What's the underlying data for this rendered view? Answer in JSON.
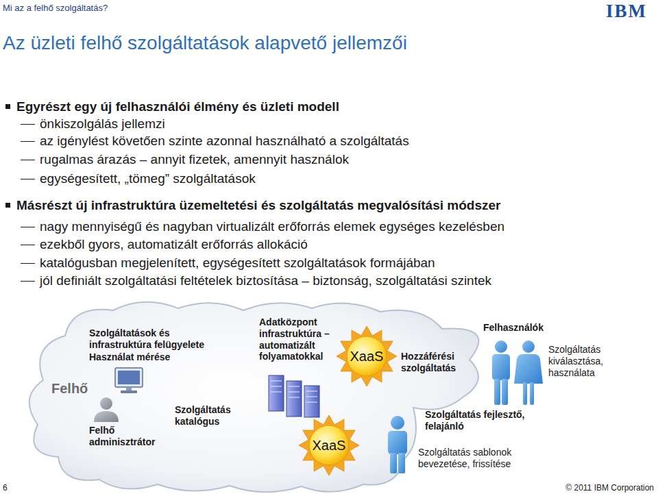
{
  "diagram": {
    "title": "Az üzleti felhő szolgáltatások alapvető jellemzői",
    "nodes": [
      {
        "text": [
          "Felhő"
        ]
      },
      {
        "text": [
          "XaaS"
        ],
        "in": 0
      },
      {
        "text": [
          "XaaS"
        ],
        "in": 0
      }
    ],
    "labels": [
      "Mi az a felhő szolgáltatás?",
      "IBM",
      "Egyrészt egy új felhasználói élmény és üzleti modell",
      "önkiszolgálás jellemzi",
      "az igénylést követően szinte azonnal használható a szolgáltatás",
      "rugalmas árazás – annyit fizetek, amennyit használok",
      "egységesített, „tömeg” szolgáltatások",
      "Másrészt új infrastruktúra üzemeltetési és szolgáltatás megvalósítási módszer",
      "nagy mennyiségű és nagyban virtualizált erőforrás elemek egységes kezelésben",
      "ezekből gyors, automatizált erőforrás allokáció",
      "katalógusban megjelenített, egységesített szolgáltatások formájában",
      "jól definiált szolgáltatási feltételek biztosítása – biztonság, szolgáltatási szintek",
      "Szolgáltatások és infrastruktúra felügyelete",
      "Használat mérése",
      "Felhő adminisztrátor",
      "Szolgáltatás katalógus",
      "Adatközpont infrastruktúra – automatizált folyamatokkal",
      "Hozzáférési szolgáltatás",
      "Felhasználók",
      "Szolgáltatás kiválasztása, használata",
      "Szolgáltatás fejlesztő, felajánló",
      "Szolgáltatás sablonok bevezetése, frissítése",
      "6",
      "© 2011 IBM Corporation"
    ]
  }
}
